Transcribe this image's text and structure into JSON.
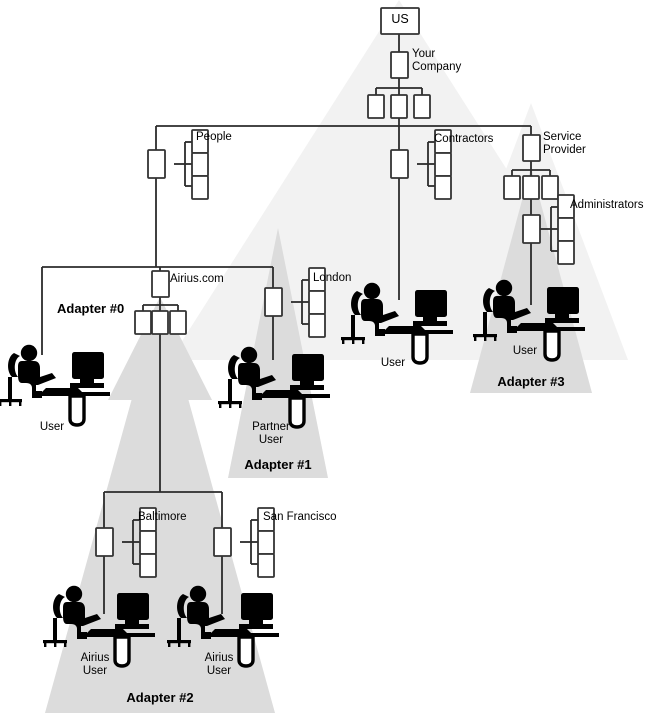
{
  "diagram": {
    "title": "LDAP directory tree with adapters and users",
    "colors": {
      "cone_light": "#f2f2f2",
      "cone_dark": "#dcdcdc",
      "node_fill": "#ffffff",
      "node_stroke": "#333333",
      "line": "#2b2b2b",
      "figure": "#000000",
      "text": "#000000"
    }
  },
  "nodes": {
    "root": {
      "label": "US"
    },
    "company": {
      "label": "Your\nCompany"
    },
    "people": {
      "label": "People"
    },
    "contractors": {
      "label": "Contractors"
    },
    "service_provider": {
      "label": "Service\nProvider"
    },
    "administrators": {
      "label": "Administrators"
    },
    "airius": {
      "label": "Airius.com"
    },
    "london": {
      "label": "London"
    },
    "baltimore": {
      "label": "Baltimore"
    },
    "san_francisco": {
      "label": "San Francisco"
    }
  },
  "adapters": [
    {
      "id": "adapter0",
      "label": "Adapter #0"
    },
    {
      "id": "adapter1",
      "label": "Adapter #1"
    },
    {
      "id": "adapter2",
      "label": "Adapter #2"
    },
    {
      "id": "adapter3",
      "label": "Adapter #3"
    }
  ],
  "users": [
    {
      "id": "user-adapter0",
      "label": "User"
    },
    {
      "id": "user-adapter1",
      "label": "Partner\nUser"
    },
    {
      "id": "user-contractors",
      "label": "User"
    },
    {
      "id": "user-adapter3",
      "label": "User"
    },
    {
      "id": "user-baltimore",
      "label": "Airius\nUser"
    },
    {
      "id": "user-sanfrancisco",
      "label": "Airius\nUser"
    }
  ]
}
